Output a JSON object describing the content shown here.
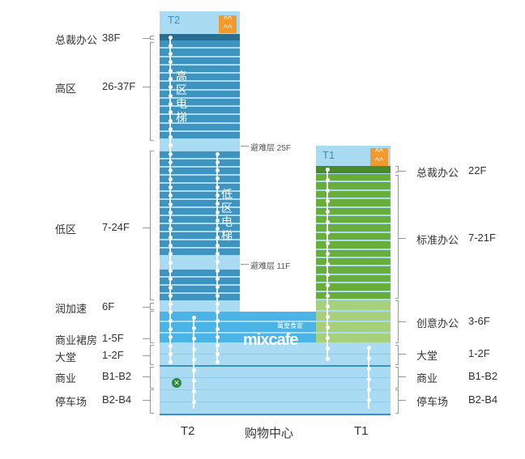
{
  "towers": {
    "t2_tag": "T2",
    "t1_tag": "T1"
  },
  "elevators": {
    "high": "高区电梯",
    "low": "低区电梯"
  },
  "refuge": {
    "f25": "避难层 25F",
    "f11": "避难层 11F"
  },
  "mall_logo": {
    "main": "mixcafe",
    "sub": "萬皇食家"
  },
  "left_labels": [
    {
      "name": "总裁办公",
      "floor": "38F"
    },
    {
      "name": "高区",
      "floor": "26-37F"
    },
    {
      "name": "低区",
      "floor": "7-24F"
    },
    {
      "name": "润加速",
      "floor": "6F"
    },
    {
      "name": "商业裙房",
      "floor": "1-5F"
    },
    {
      "name": "大堂",
      "floor": "1-2F"
    },
    {
      "name": "商业",
      "floor": "B1-B2"
    },
    {
      "name": "停车场",
      "floor": "B2-B4"
    }
  ],
  "right_labels": [
    {
      "name": "总裁办公",
      "floor": "22F"
    },
    {
      "name": "标准办公",
      "floor": "7-21F"
    },
    {
      "name": "创意办公",
      "floor": "3-6F"
    },
    {
      "name": "大堂",
      "floor": "1-2F"
    },
    {
      "name": "商业",
      "floor": "B1-B2"
    },
    {
      "name": "停车场",
      "floor": "B2-B4"
    }
  ],
  "bottom_labels": {
    "t2": "T2",
    "mall": "购物中心",
    "t1": "T1"
  },
  "colors": {
    "light": "#a9dcf3",
    "blue": "#3e94c0",
    "dark": "#2a6f93",
    "mall": "#4bb4e6",
    "green": "#6aad3b",
    "darkgreen": "#4a8a2a",
    "lightgreen": "#a6d07a",
    "orange": "#f29a2e"
  }
}
